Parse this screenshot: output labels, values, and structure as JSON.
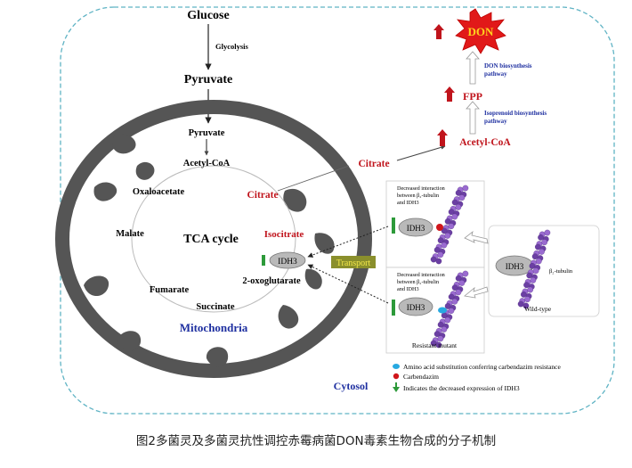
{
  "pathway": {
    "glucose": "Glucose",
    "glycolysis": "Glycolysis",
    "pyruvate_top": "Pyruvate",
    "pyruvate_inner": "Pyruvate",
    "acetyl_coa_inner": "Acetyl-CoA",
    "citrate_inner": "Citrate",
    "isocitrate": "Isocitrate",
    "oxaloacetate": "Oxaloacetate",
    "malate": "Malate",
    "tca_cycle": "TCA  cycle",
    "fumarate": "Fumarate",
    "succinate": "Succinate",
    "oxoglutarate": "2-oxoglutarate",
    "idh3_center": "IDH3",
    "mitochondria": "Mitochondria"
  },
  "cytosol": {
    "citrate": "Citrate",
    "acetyl_coa": "Acetyl-CoA",
    "isoprenoid_pathway": "Isoprenoid  biosynthesis\npathway",
    "fpp": "FPP",
    "don_pathway": "DON biosynthesis\npathway",
    "don": "DON",
    "transport": "Transport",
    "cytosol_label": "Cytosol"
  },
  "panels": {
    "top_title": "Decreased interaction\nbetween β₂-tubulin\nand IDH3",
    "top_idh3": "IDH3",
    "bottom_title": "Decreased interaction\nbetween β₂-tubulin\nand IDH3",
    "bottom_idh3": "IDH3",
    "resistant_label": "Resistant mutant",
    "wt_idh3": "IDH3",
    "wt_tubulin": "β₂-tubulin",
    "wild_type_label": "Wild-type"
  },
  "legend": {
    "amino_acid": "Amino acid substitution conferring  carbendazim resistance",
    "carbendazim": "Carbendazim",
    "decreased": "Indicates the decreased expression of IDH3"
  },
  "caption": "图2多菌灵及多菌灵抗性调控赤霉病菌DON毒素生物合成的分子机制",
  "colors": {
    "red_text": "#c0141c",
    "blue_text": "#1e2fa0",
    "membrane": "#555555",
    "tubulin": "#7a4fb0",
    "border_dash": "#5fb3c4",
    "green_arrow": "#2d9a3a",
    "transport_bg": "#8a8f2c",
    "transport_text": "#f2e64a"
  }
}
